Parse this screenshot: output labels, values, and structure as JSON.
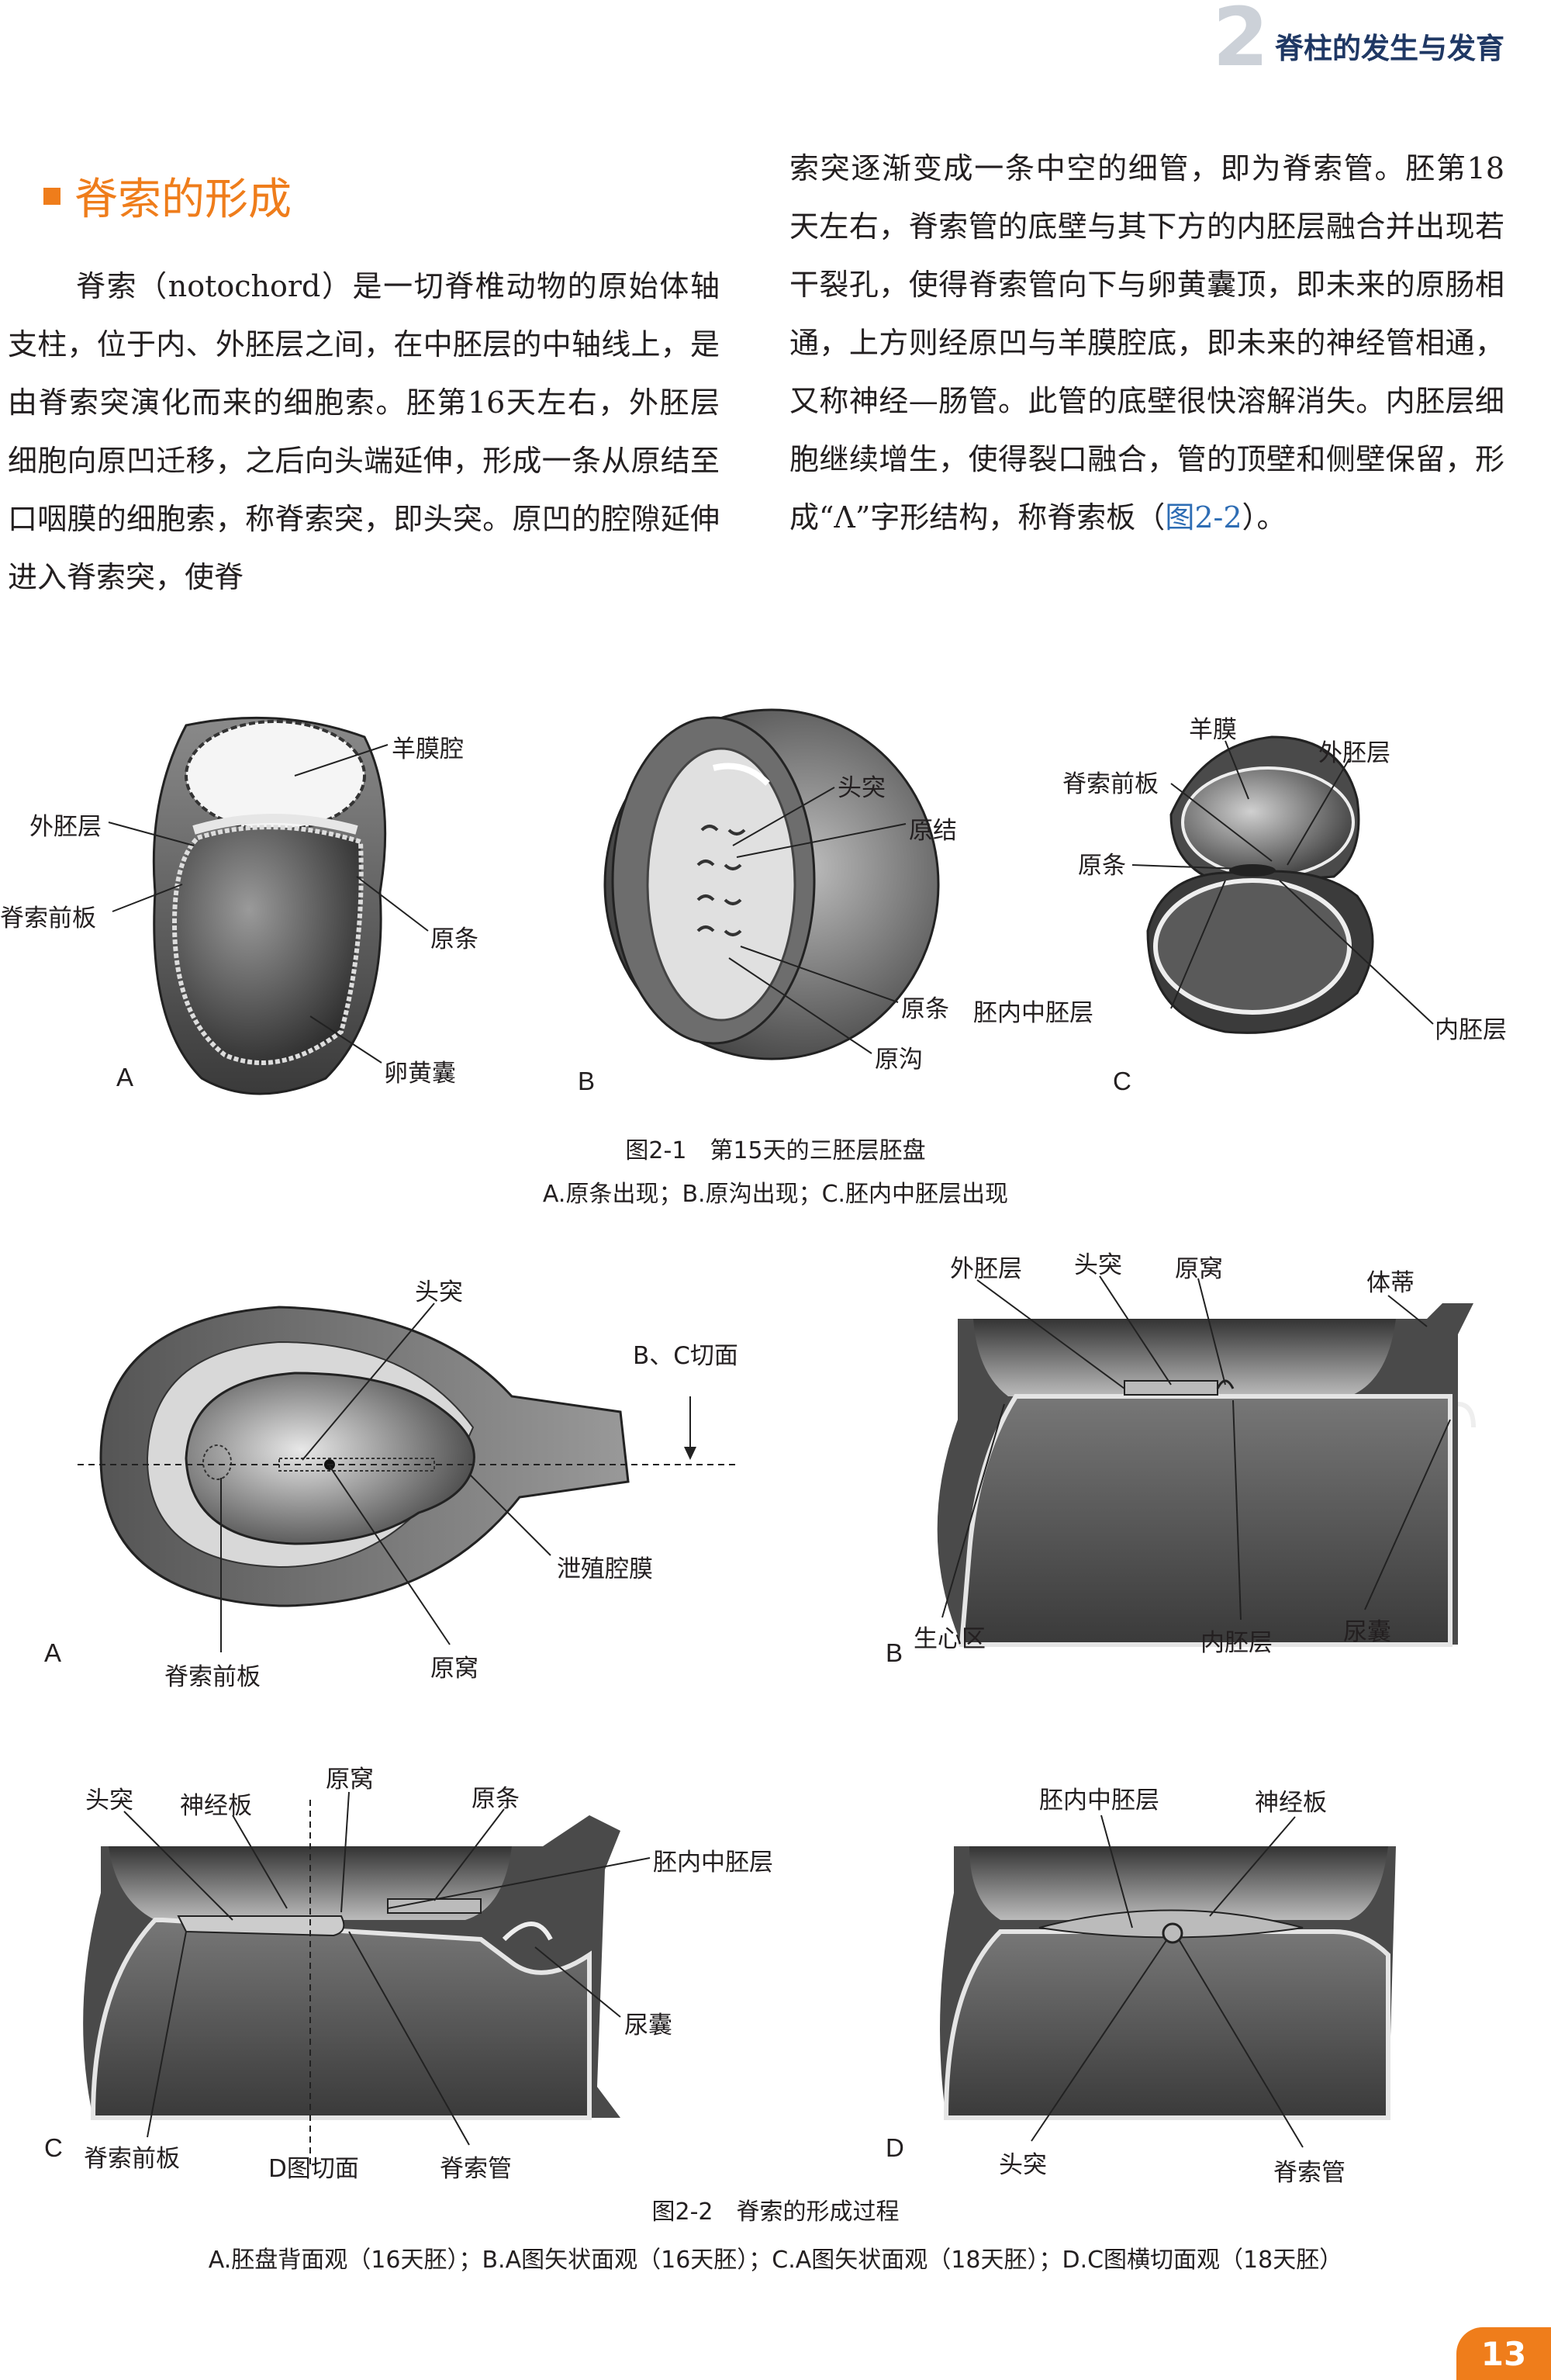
{
  "header": {
    "chapter_number": "2",
    "chapter_title": "脊柱的发生与发育"
  },
  "section": {
    "title": "脊索的形成"
  },
  "body": {
    "left_paragraph": "脊索（notochord）是一切脊椎动物的原始体轴支柱，位于内、外胚层之间，在中胚层的中轴线上，是由脊索突演化而来的细胞索。胚第16天左右，外胚层细胞向原凹迁移，之后向头端延伸，形成一条从原结至口咽膜的细胞索，称脊索突，即头突。原凹的腔隙延伸进入脊索突，使脊",
    "right_paragraph_main": "索突逐渐变成一条中空的细管，即为脊索管。胚第18天左右，脊索管的底壁与其下方的内胚层融合并出现若干裂孔，使得脊索管向下与卵黄囊顶，即未来的原肠相通，上方则经原凹与羊膜腔底，即未来的神经管相通，又称神经—肠管。此管的底壁很快溶解消失。内胚层细胞继续增生，使得裂口融合，管的顶壁和侧壁保留，形成“Λ”字形结构，称脊索板（",
    "right_paragraph_ref": "图2-2",
    "right_paragraph_end": "）。"
  },
  "figure1": {
    "panelA": {
      "letter": "A",
      "labels": {
        "amniotic": "羊膜腔",
        "ectoderm": "外胚层",
        "prechordal": "脊索前板",
        "streak": "原条",
        "yolk": "卵黄囊"
      }
    },
    "panelB": {
      "letter": "B",
      "labels": {
        "head": "头突",
        "node": "原结",
        "streak": "原条",
        "groove": "原沟"
      }
    },
    "panelC": {
      "letter": "C",
      "labels": {
        "amnion": "羊膜",
        "ectoderm": "外胚层",
        "prechordal": "脊索前板",
        "streak": "原条",
        "mesoderm": "胚内中胚层",
        "endoderm": "内胚层"
      }
    },
    "caption_title": "图2-1　第15天的三胚层胚盘",
    "caption_sub": "A.原条出现；B.原沟出现；C.胚内中胚层出现"
  },
  "figure2": {
    "panelA": {
      "letter": "A",
      "labels": {
        "head": "头突",
        "cut": "B、C切面",
        "cloacal": "泄殖腔膜",
        "prechordal": "脊索前板",
        "pit": "原窝"
      }
    },
    "panelB": {
      "letter": "B",
      "labels": {
        "ectoderm": "外胚层",
        "head": "头突",
        "pit": "原窝",
        "stalk": "体蒂",
        "cardiac": "生心区",
        "endoderm": "内胚层",
        "allantois": "尿囊"
      }
    },
    "panelC": {
      "letter": "C",
      "labels": {
        "head": "头突",
        "neural": "神经板",
        "pit": "原窝",
        "streak": "原条",
        "mesoderm": "胚内中胚层",
        "allantois": "尿囊",
        "prechordal": "脊索前板",
        "dcut": "D图切面",
        "canal": "脊索管"
      }
    },
    "panelD": {
      "letter": "D",
      "labels": {
        "mesoderm": "胚内中胚层",
        "neural": "神经板",
        "head": "头突",
        "canal": "脊索管"
      }
    },
    "caption_title": "图2-2　脊索的形成过程",
    "caption_sub": "A.胚盘背面观（16天胚）；B.A图矢状面观（16天胚）；C.A图矢状面观（18天胚）；D.C图横切面观（18天胚）"
  },
  "page_number": "13",
  "colors": {
    "accent": "#ef7d1b",
    "chapter_title": "#1f3864",
    "chapter_number": "#ccd1d8",
    "figure_ref": "#2e6db4"
  }
}
